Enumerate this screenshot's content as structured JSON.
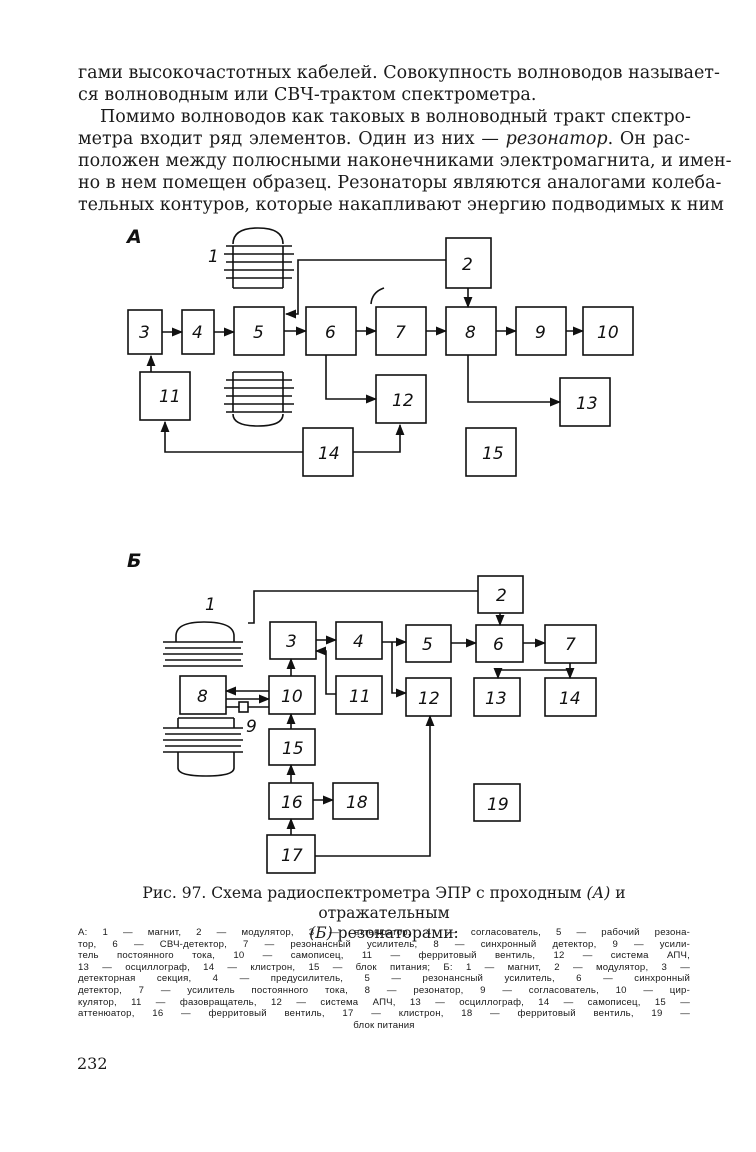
{
  "paragraph1": [
    "гами высокочастотных кабелей. Совокупность волноводов называет-",
    "ся волноводным или СВЧ-трактом спектрометра."
  ],
  "paragraph2": {
    "line1": "Помимо волноводов как таковых в волноводный тракт спектро-",
    "line2_a": "метра входит ряд элементов. Один из них —",
    "line2_em": "резонатор",
    "line2_b": ". Он рас-",
    "line3": "положен между полюсными наконечниками электромагнита, и имен-",
    "line4": "но в нем помещен образец. Резонаторы являются аналогами колеба-",
    "line5": "тельных контуров, которые накапливают энергию подводимых к ним"
  },
  "diagramA": {
    "label": "А",
    "blocks": [
      "1",
      "2",
      "3",
      "4",
      "5",
      "6",
      "7",
      "8",
      "9",
      "10",
      "11",
      "12",
      "13",
      "14",
      "15"
    ]
  },
  "diagramB": {
    "label": "Б",
    "blocks": [
      "1",
      "2",
      "3",
      "4",
      "5",
      "6",
      "7",
      "8",
      "9",
      "10",
      "11",
      "12",
      "13",
      "14",
      "15",
      "16",
      "17",
      "18",
      "19"
    ]
  },
  "caption": {
    "part1": "Рис. 97. Схема радиоспектрометра ЭПР с проходным",
    "a": "(А)",
    "part2": "и отражательным",
    "b": "(Б)",
    "part3": "резонаторами:"
  },
  "legend": [
    "А: 1 — магнит, 2 — модулятор, 3 — аттенюатор, 4 — согласователь, 5 — рабочий резона-",
    "тор, 6 — СВЧ-детектор, 7 — резонансный усилитель, 8 — синхронный детектор, 9 — усили-",
    "тель постоянного тока, 10 — самописец, 11 — ферритовый вентиль, 12 — система АПЧ,",
    "13 — осциллограф, 14 — клистрон, 15 — блок питания; Б: 1 — магнит, 2 — модулятор, 3 —",
    "детекторная секция, 4 — предусилитель, 5 — резонансный усилитель, 6 — синхронный",
    "детектор, 7 — усилитель постоянного тока, 8 — резонатор, 9 — согласователь, 10 — цир-",
    "кулятор, 11 — фазовращатель, 12 — система АПЧ, 13 — осциллограф, 14 — самописец, 15 —",
    "аттенюатор, 16 — ферритовый вентиль, 17 — клистрон, 18 — ферритовый вентиль, 19 —",
    "блок питания"
  ],
  "page_number": "232"
}
